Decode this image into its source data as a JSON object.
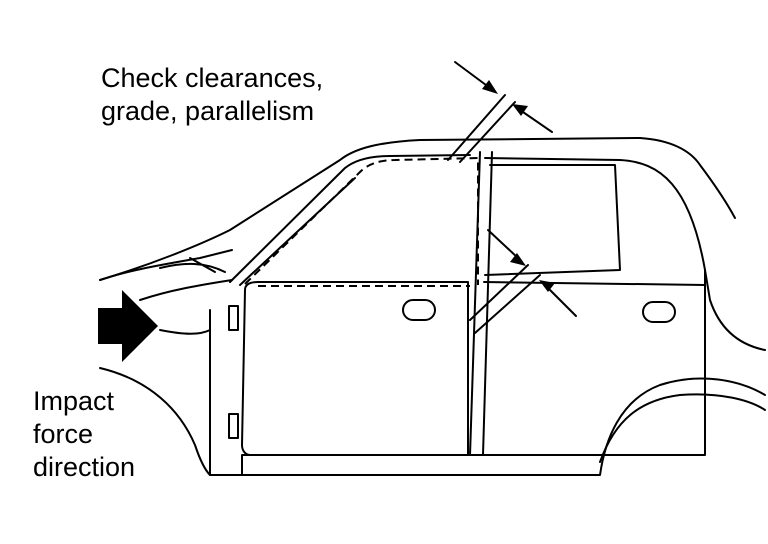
{
  "labels": {
    "check_line1": "Check clearances,",
    "check_line2": "grade, parallelism",
    "impact_line1": "Impact",
    "impact_line2": "force",
    "impact_line3": "direction"
  },
  "colors": {
    "ink": "#000000",
    "background": "#ffffff"
  }
}
